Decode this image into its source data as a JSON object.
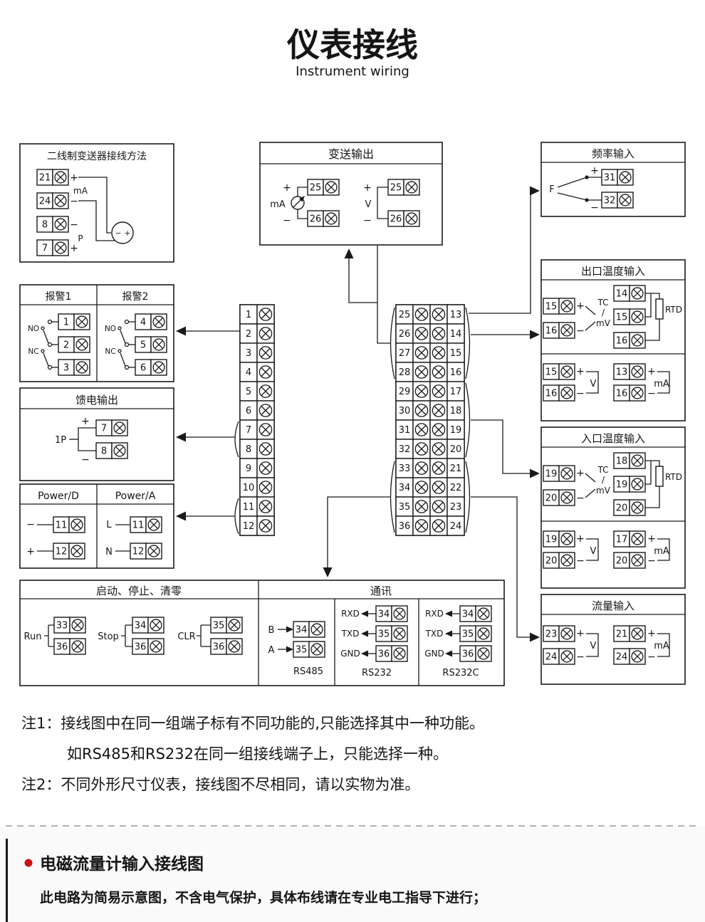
{
  "page": {
    "title_cn": "仪表接线",
    "title_en": "Instrument wiring"
  },
  "symbols": {
    "plus": "+",
    "minus": "−",
    "slash": "/"
  },
  "labels": {
    "ma": "mA",
    "v": "V",
    "f": "F",
    "p": "P",
    "one_p": "1P",
    "tc": "TC",
    "mv": "mV",
    "rtd": "RTD",
    "no": "NO",
    "nc": "NC",
    "l": "L",
    "n": "N",
    "run": "Run",
    "stop": "Stop",
    "clr": "CLR",
    "b": "B",
    "a": "A",
    "rxd": "RXD",
    "txd": "TXD",
    "gnd": "GND"
  },
  "boxes": {
    "two_wire": {
      "title": "二线制变送器接线方法",
      "terminals": [
        "21",
        "24",
        "8",
        "7"
      ]
    },
    "transmit_out": {
      "title": "变送输出",
      "ma_terminals": [
        "25",
        "26"
      ],
      "v_terminals": [
        "25",
        "26"
      ]
    },
    "freq": {
      "title": "频率输入",
      "terminals": [
        "31",
        "32"
      ]
    },
    "alarm": {
      "title1": "报警1",
      "title2": "报警2",
      "col1": [
        "1",
        "2",
        "3"
      ],
      "col2": [
        "4",
        "5",
        "6"
      ]
    },
    "feed": {
      "title": "馈电输出",
      "terminals": [
        "7",
        "8"
      ]
    },
    "power": {
      "title1": "Power/D",
      "title2": "Power/A",
      "d": [
        "11",
        "12"
      ],
      "a": [
        "11",
        "12"
      ]
    },
    "temp_out": {
      "title": "出口温度输入",
      "tc": [
        "15",
        "16"
      ],
      "rtd": [
        "14",
        "15",
        "16"
      ],
      "v": [
        "15",
        "16"
      ],
      "ma": [
        "13",
        "16"
      ]
    },
    "temp_in": {
      "title": "入口温度输入",
      "tc": [
        "19",
        "20"
      ],
      "rtd": [
        "18",
        "19",
        "20"
      ],
      "v": [
        "19",
        "20"
      ],
      "ma": [
        "17",
        "20"
      ]
    },
    "flow": {
      "title": "流量输入",
      "v": [
        "23",
        "24"
      ],
      "ma": [
        "21",
        "24"
      ]
    },
    "center": {
      "left": [
        "1",
        "2",
        "3",
        "4",
        "5",
        "6",
        "7",
        "8",
        "9",
        "10",
        "11",
        "12"
      ],
      "right_a": [
        "25",
        "26",
        "27",
        "28",
        "29",
        "30",
        "31",
        "32",
        "33",
        "34",
        "35",
        "36"
      ],
      "right_b": [
        "13",
        "14",
        "15",
        "16",
        "17",
        "18",
        "19",
        "20",
        "21",
        "22",
        "23",
        "24"
      ]
    },
    "control": {
      "title": "启动、停止、清零",
      "run": [
        "33",
        "36"
      ],
      "stop": [
        "34",
        "36"
      ],
      "clr": [
        "35",
        "36"
      ]
    },
    "comm": {
      "title": "通讯",
      "rs485": {
        "label": "RS485",
        "terminals": [
          "34",
          "35"
        ]
      },
      "rs232": {
        "label": "RS232",
        "terminals": [
          "34",
          "35",
          "36"
        ]
      },
      "rs232c": {
        "label": "RS232C",
        "terminals": [
          "34",
          "35",
          "36"
        ]
      }
    }
  },
  "notes": {
    "note1": "注1：接线图中在同一组端子标有不同功能的,只能选择其中一种功能。",
    "note1b": "如RS485和RS232在同一组接线端子上，只能选择一种。",
    "note2": "注2：不同外形尺寸仪表，接线图不尽相同，请以实物为准。"
  },
  "footer": {
    "section_title": "电磁流量计输入接线图",
    "caption": "此电路为简易示意图，不含电气保护，具体布线请在专业电工指导下进行；",
    "bullet_color": "#cc1111"
  }
}
